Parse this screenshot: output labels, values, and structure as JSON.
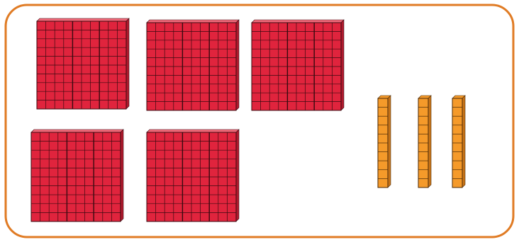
{
  "colors": {
    "frame_border": "#e07b24",
    "hundred_flat_fill": "#e0243d",
    "hundred_flat_grid": "#3a0a10",
    "hundred_flat_side": "#b01a2e",
    "hundred_flat_top": "#f26a7a",
    "ten_rod_fill": "#f59a2a",
    "ten_rod_grid": "#4a2a08",
    "ten_rod_side": "#c97418"
  },
  "blocks": {
    "hundreds": [
      {
        "name": "hundred-flat-1",
        "rows": 10,
        "cols": 10
      },
      {
        "name": "hundred-flat-2",
        "rows": 10,
        "cols": 10
      },
      {
        "name": "hundred-flat-3",
        "rows": 10,
        "cols": 10
      },
      {
        "name": "hundred-flat-4",
        "rows": 10,
        "cols": 10
      },
      {
        "name": "hundred-flat-5",
        "rows": 10,
        "cols": 10
      }
    ],
    "tens": [
      {
        "name": "ten-rod-1",
        "units": 10
      },
      {
        "name": "ten-rod-2",
        "units": 10
      },
      {
        "name": "ten-rod-3",
        "units": 10
      }
    ]
  }
}
